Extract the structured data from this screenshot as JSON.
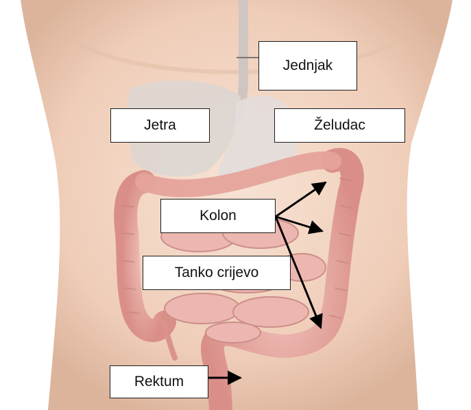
{
  "labels": {
    "esophagus": "Jednjak",
    "liver": "Jetra",
    "stomach": "Želudac",
    "colon": "Kolon",
    "small_intestine": "Tanko crijevo",
    "rectum": "Rektum"
  },
  "colors": {
    "skin": "#f1d3bf",
    "skin_shadow": "#d9b29a",
    "intestine": "#e9a9a2",
    "intestine_dark": "#c87f7a",
    "organ_gray": "#d8d2cf",
    "arrow": "#000000"
  }
}
